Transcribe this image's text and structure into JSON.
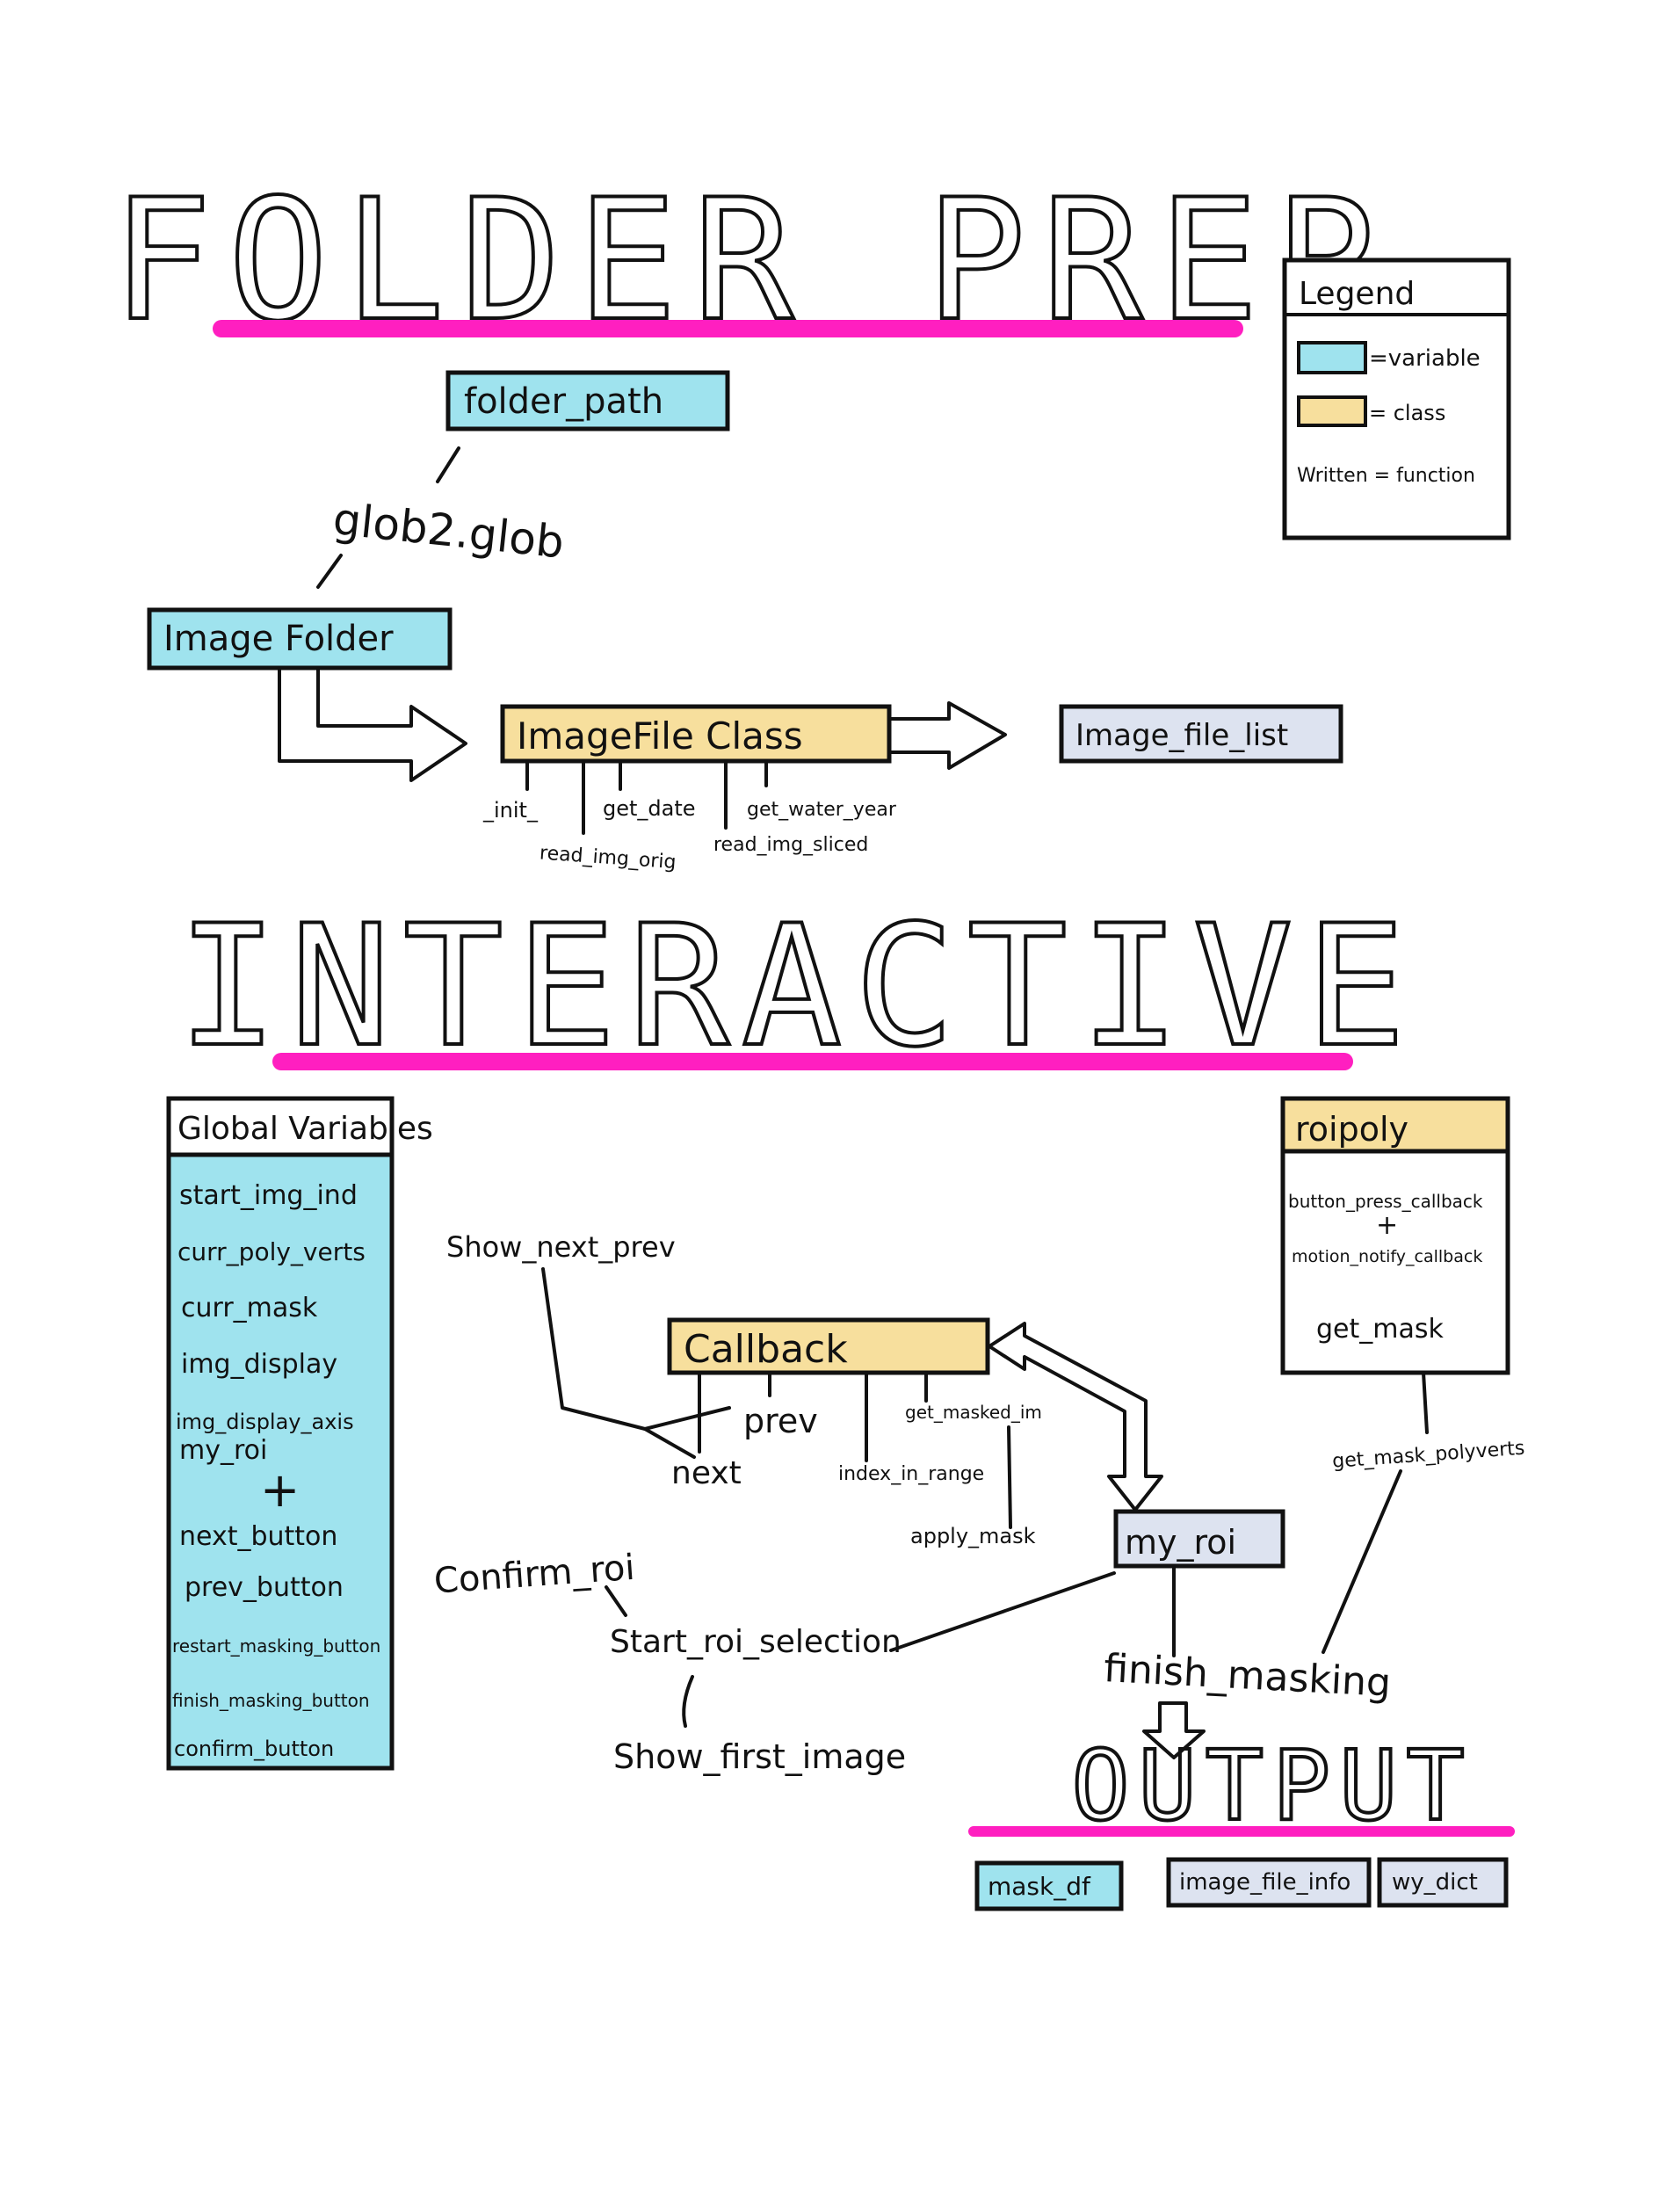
{
  "colors": {
    "variable": "#9fe3ee",
    "class": "#f7df9d",
    "grey_box": "#dde3f0",
    "underline": "#ff1fc0",
    "ink": "#111111"
  },
  "sections": {
    "folder_prep": "FOLDER PREP",
    "interactive": "INTERACTIVE",
    "output": "OUTPUT"
  },
  "legend": {
    "title": "Legend",
    "variable": "=variable",
    "class": "= class",
    "function": "Written = function"
  },
  "folder_prep": {
    "folder_path": "folder_path",
    "glob": "glob2.glob",
    "image_folder": "Image  Folder",
    "imagefile_class": "ImageFile  Class",
    "image_file_list": "Image_file_list",
    "methods": {
      "init": "_init_",
      "read_img_orig": "read_img_orig",
      "get_date": "get_date",
      "read_img_sliced": "read_img_sliced",
      "get_water_year": "get_water_year"
    }
  },
  "interactive": {
    "globals_title": "Global Variables",
    "globals": [
      "start_img_ind",
      "curr_poly_verts",
      "curr_mask",
      "img_display",
      "img_display_axis",
      "my_roi",
      "+",
      "next_button",
      "prev_button",
      "restart_masking_button",
      "finish_masking_button",
      "confirm_button"
    ],
    "roipoly": {
      "title": "roipoly",
      "button_press": "button_press_callback",
      "plus": "+",
      "motion_notify": "motion_notify_callback",
      "get_mask": "get_mask"
    },
    "callback": "Callback",
    "show_next_prev": "Show_next_prev",
    "prev": "prev",
    "next": "next",
    "get_masked_im": "get_masked_im",
    "index_in_range": "index_in_range",
    "apply_mask": "apply_mask",
    "my_roi": "my_roi",
    "get_mask_polyverts": "get_mask_polyverts",
    "confirm_roi": "Confirm_roi",
    "start_roi_selection": "Start_roi_selection",
    "show_first_image": "Show_first_image",
    "finish_masking": "finish_masking"
  },
  "output": {
    "mask_df": "mask_df",
    "image_file_info": "image_file_info",
    "wy_dict": "wy_dict"
  }
}
